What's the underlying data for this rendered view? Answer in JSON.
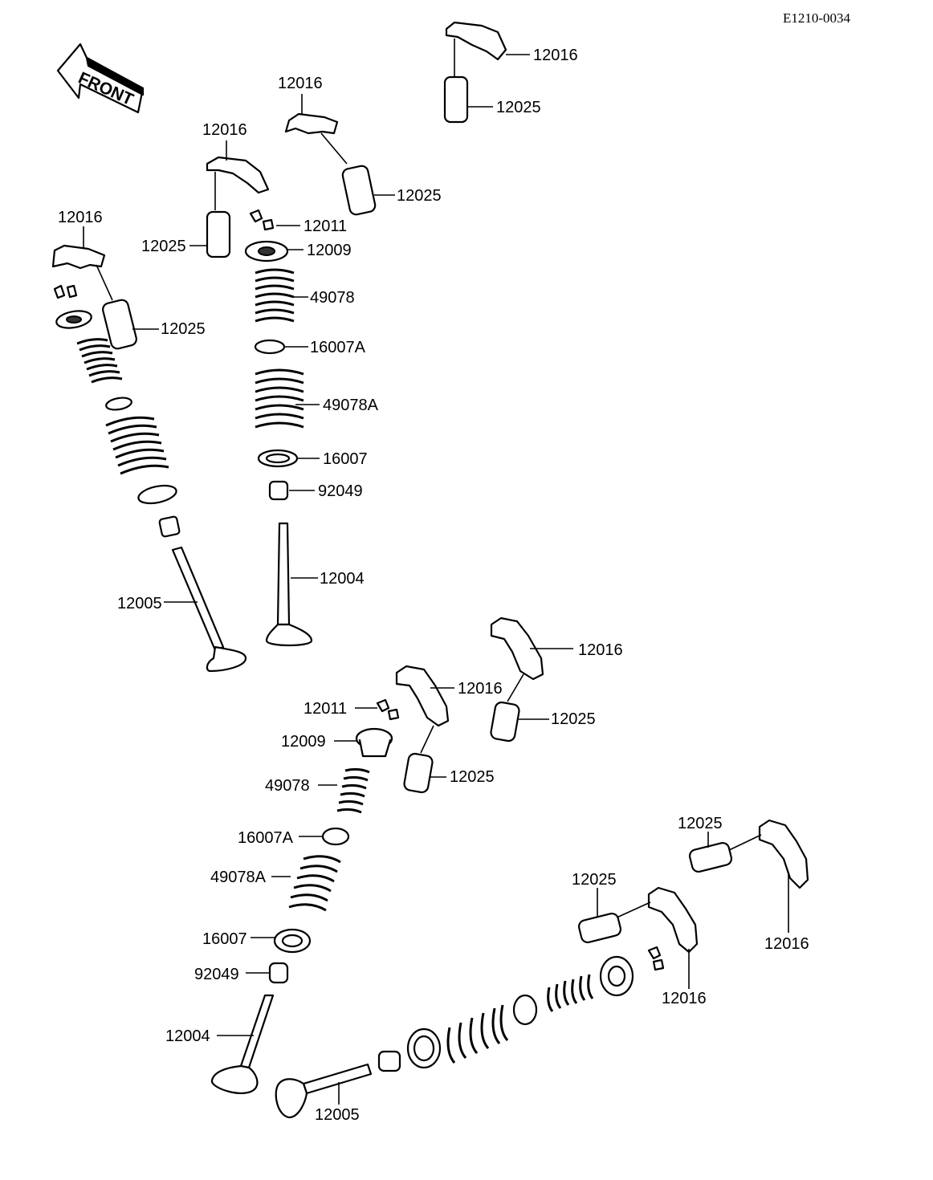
{
  "diagram_ref": "E1210-0034",
  "front_arrow": {
    "label": "FRONT"
  },
  "labels": [
    "12016",
    "12025",
    "12016",
    "12025",
    "12016",
    "12011",
    "12025",
    "12009",
    "49078",
    "12016",
    "12025",
    "16007A",
    "49078A",
    "16007",
    "92049",
    "12004",
    "12005",
    "12016",
    "12016",
    "12011",
    "12025",
    "12009",
    "12025",
    "49078",
    "16007A",
    "49078A",
    "16007",
    "92049",
    "12004",
    "12025",
    "12016",
    "12025",
    "12016",
    "12005"
  ]
}
